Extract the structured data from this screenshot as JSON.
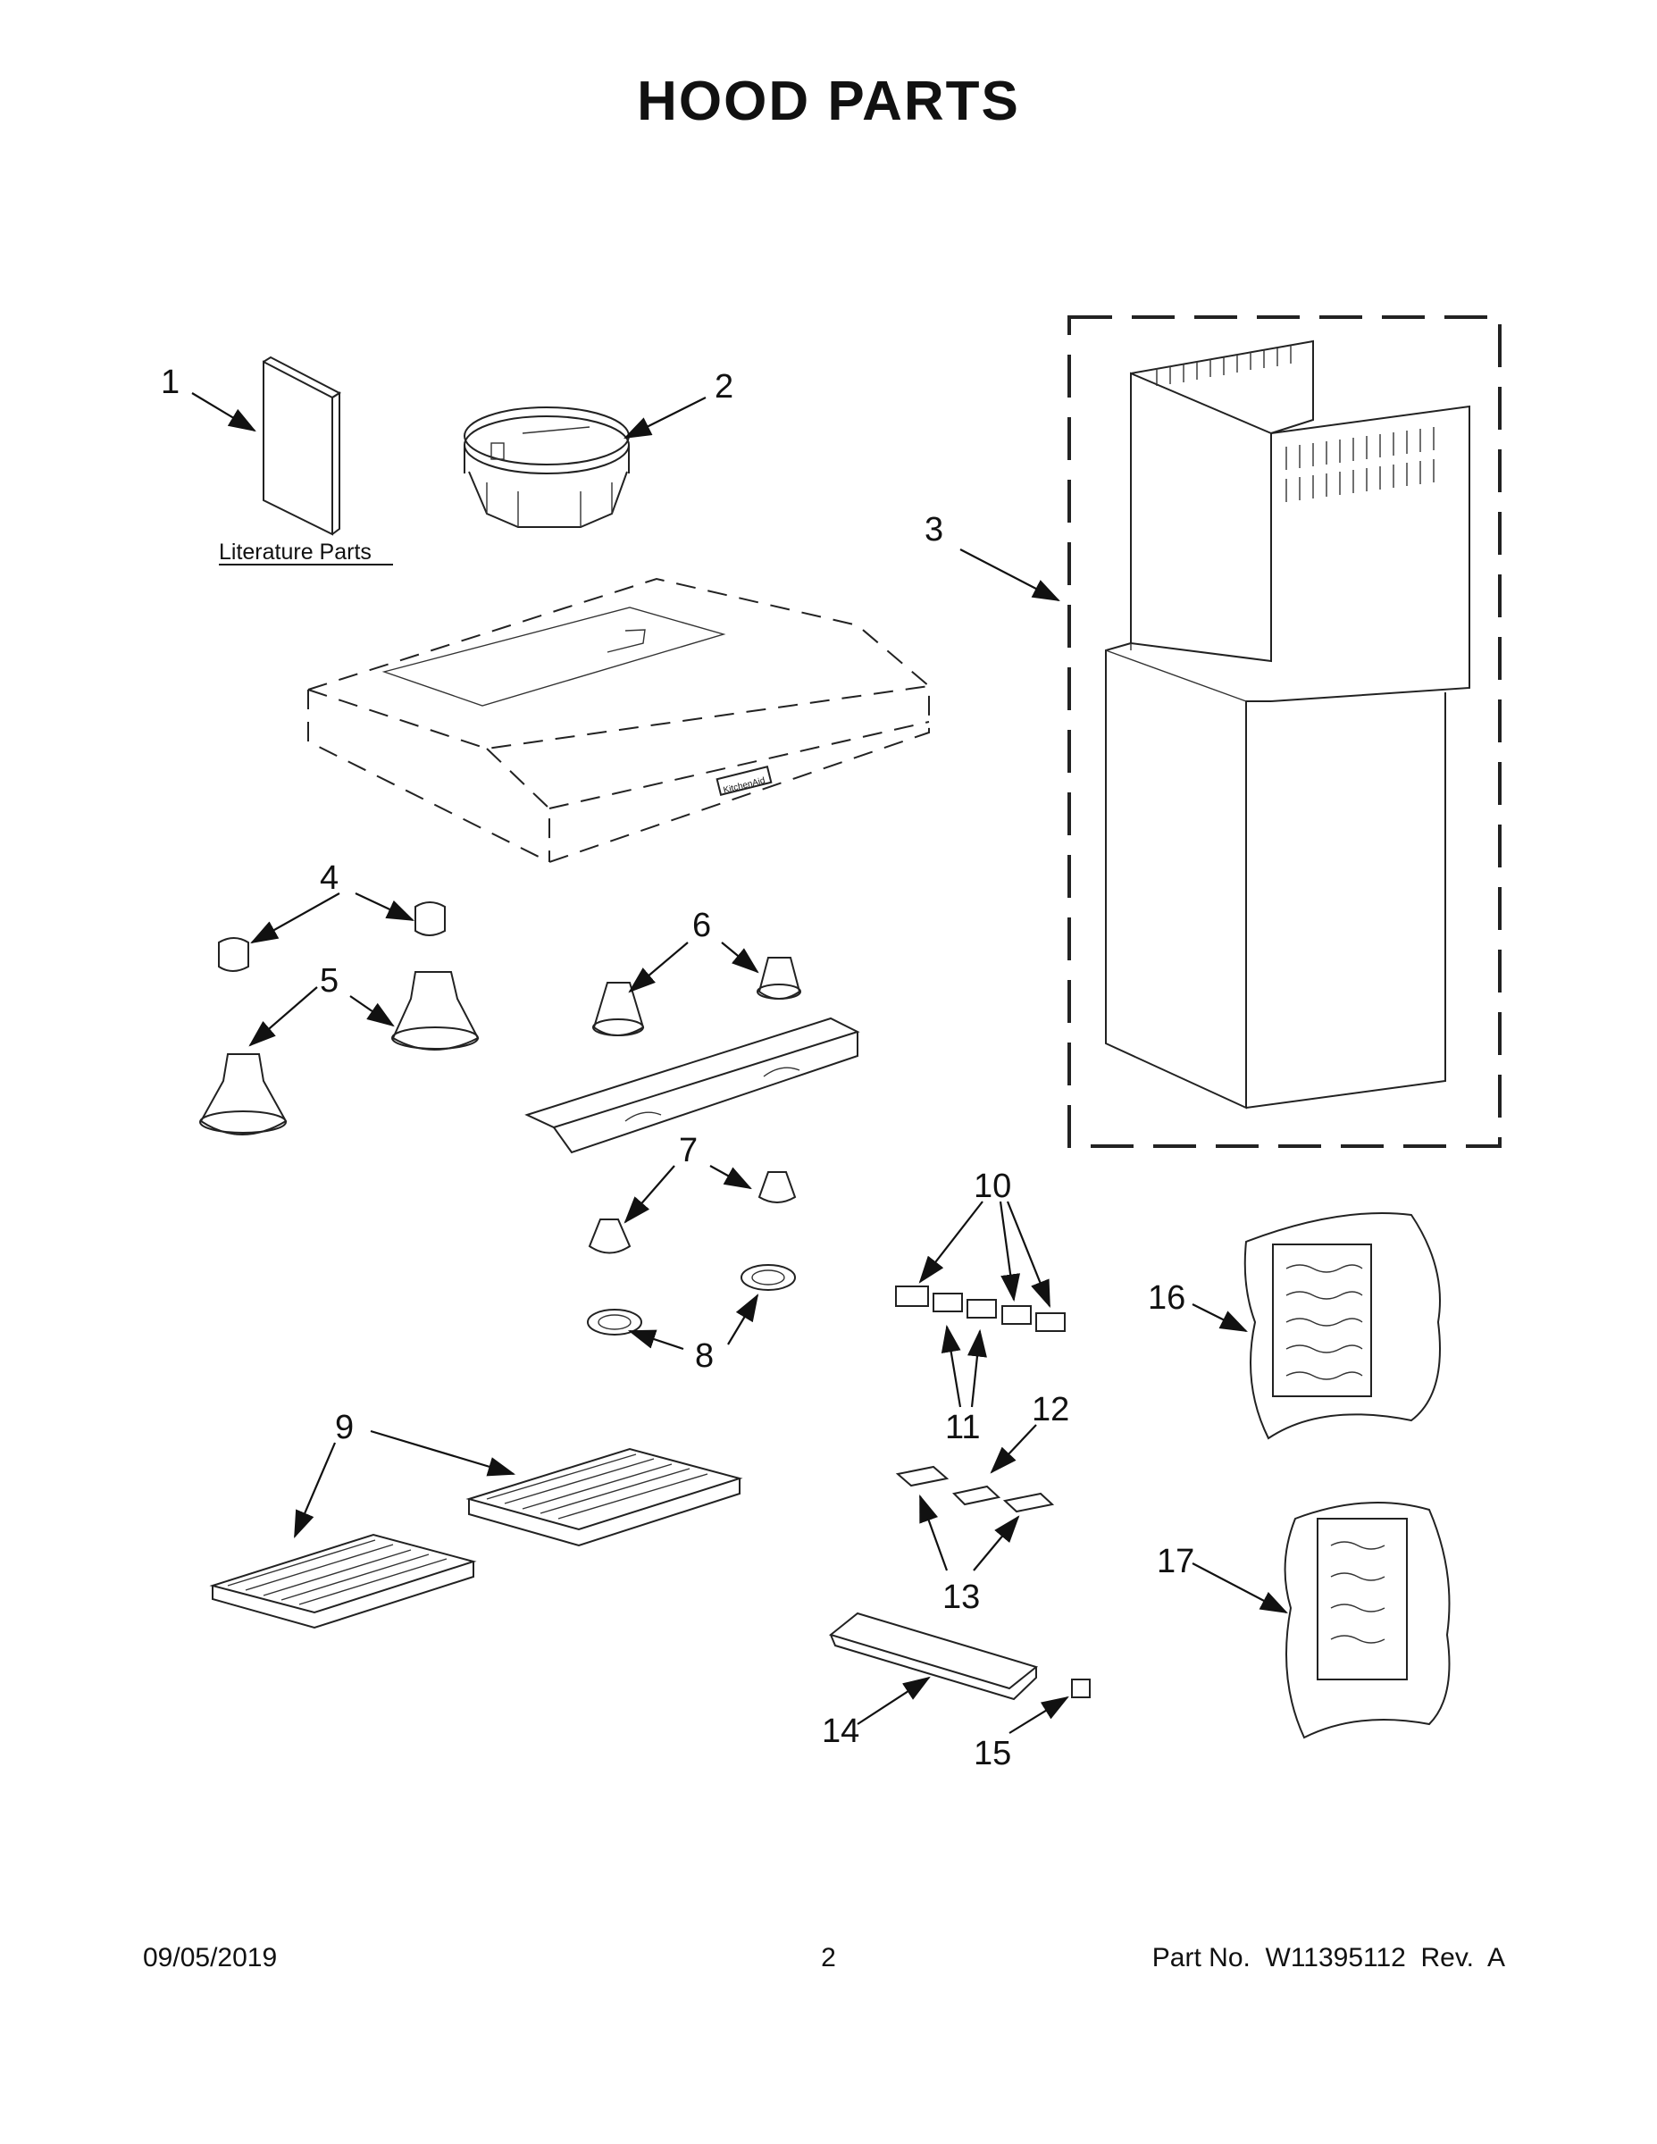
{
  "title": "HOOD PARTS",
  "literature_label": "Literature Parts",
  "brand_badge": "KitchenAid",
  "callouts": [
    "1",
    "2",
    "3",
    "4",
    "5",
    "6",
    "7",
    "8",
    "9",
    "10",
    "11",
    "12",
    "13",
    "14",
    "15",
    "16",
    "17"
  ],
  "footer": {
    "date": "09/05/2019",
    "page": "2",
    "part_no": "Part No.  W11395112  Rev.  A"
  }
}
